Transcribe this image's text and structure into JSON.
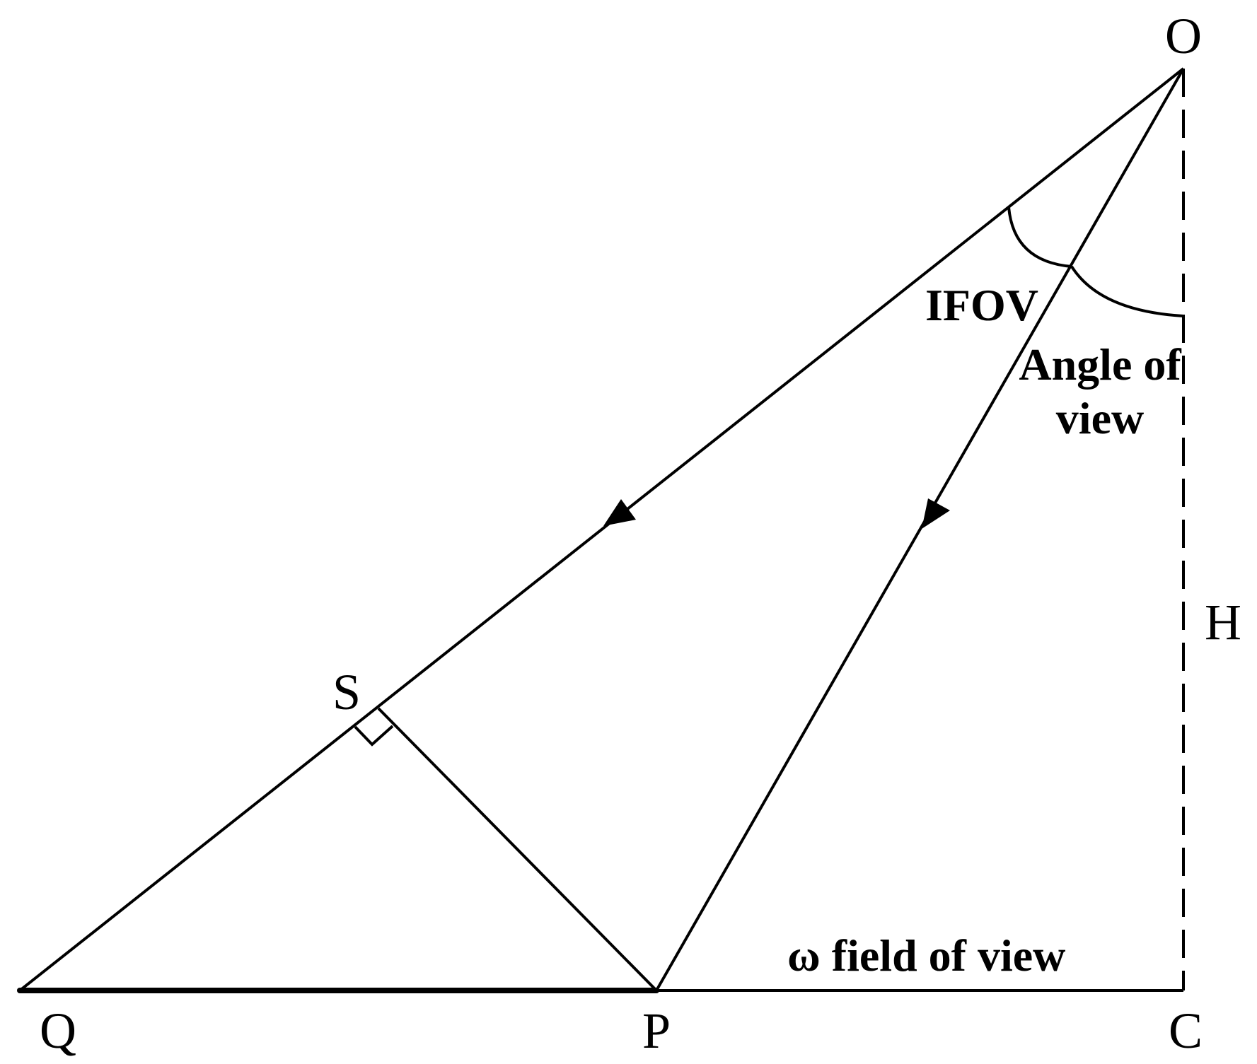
{
  "points": {
    "O": "O",
    "H": "H",
    "S": "S",
    "Q": "Q",
    "P": "P",
    "C": "C"
  },
  "labels": {
    "ifov": "IFOV",
    "angle_of_view_line1": "Angle of",
    "angle_of_view_line2": "view",
    "field_of_view": "ω field of view"
  },
  "colors": {
    "stroke": "#000000",
    "background": "#ffffff"
  }
}
